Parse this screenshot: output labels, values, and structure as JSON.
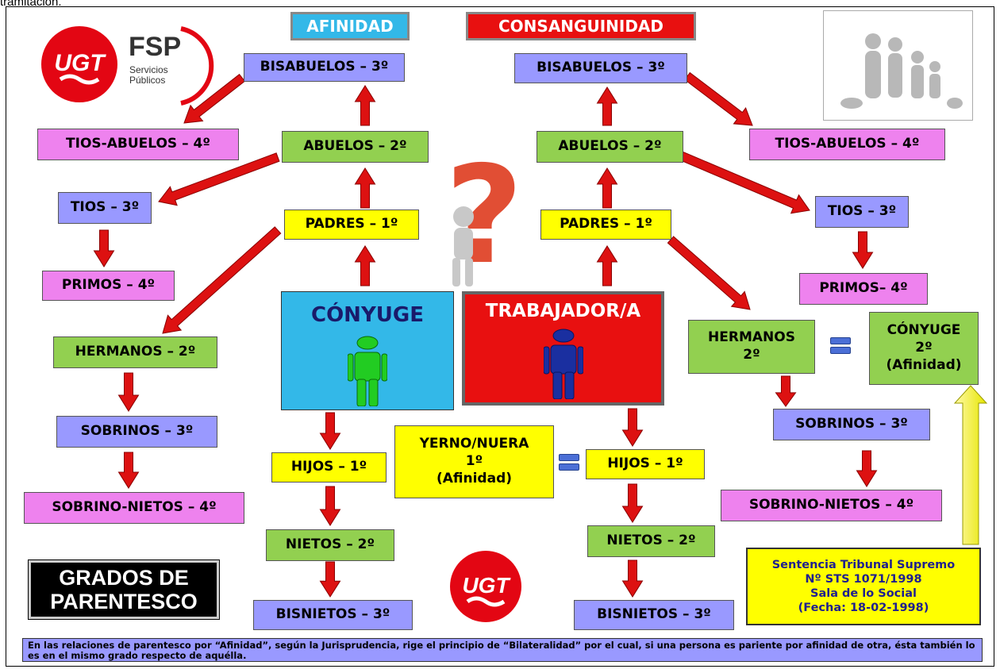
{
  "top_cut_text": "tramitación.",
  "headers": {
    "affinity": "AFINIDAD",
    "consanguinity": "CONSANGUINIDAD"
  },
  "logos": {
    "ugt": "UGT",
    "fsp": "FSP",
    "fsp_sub1": "Servicios",
    "fsp_sub2": "Públicos"
  },
  "affinity": {
    "bisabuelos": "BISABUELOS – 3º",
    "tios_abuelos": "TIOS-ABUELOS – 4º",
    "abuelos": "ABUELOS – 2º",
    "tios": "TIOS – 3º",
    "padres": "PADRES – 1º",
    "primos": "PRIMOS – 4º",
    "hermanos": "HERMANOS – 2º",
    "sobrinos": "SOBRINOS – 3º",
    "sobrino_nietos": "SOBRINO-NIETOS – 4º",
    "hijos": "HIJOS – 1º",
    "nietos": "NIETOS – 2º",
    "bisnietos": "BISNIETOS – 3º"
  },
  "consanguinity": {
    "bisabuelos": "BISABUELOS – 3º",
    "tios_abuelos": "TIOS-ABUELOS – 4º",
    "abuelos": "ABUELOS – 2º",
    "tios": "TIOS – 3º",
    "padres": "PADRES – 1º",
    "primos": "PRIMOS– 4º",
    "hermanos_line1": "HERMANOS",
    "hermanos_line2": "2º",
    "sobrinos": "SOBRINOS – 3º",
    "sobrino_nietos": "SOBRINO-NIETOS – 4º",
    "hijos": "HIJOS – 1º",
    "nietos": "NIETOS – 2º",
    "bisnietos": "BISNIETOS – 3º"
  },
  "conyuge": "CÓNYUGE",
  "trabajador": "TRABAJADOR/A",
  "conyuge_hermano": {
    "line1": "CÓNYUGE",
    "line2": "2º",
    "line3": "(Afinidad)"
  },
  "yerno": {
    "line1": "YERNO/NUERA",
    "line2": "1º",
    "line3": "(Afinidad)"
  },
  "grados": {
    "line1": "GRADOS DE",
    "line2": "PARENTESCO"
  },
  "sentencia": {
    "line1": "Sentencia Tribunal Supremo",
    "line2": "Nº STS 1071/1998",
    "line3": "Sala de lo Social",
    "line4": "(Fecha: 18-02-1998)"
  },
  "note": "En las relaciones de parentesco por “Afinidad”, según la Jurisprudencia, rige el principio de “Bilateralidad” por el cual, si una persona es pariente por afinidad de otra, ésta también lo es en el mismo grado respecto de aquélla.",
  "colors": {
    "purple": "#9999ff",
    "pink": "#ee82ee",
    "green": "#92d050",
    "yellow": "#ffff00",
    "cyan": "#33b8e8",
    "red": "#e81010",
    "arrow": "#dd1111"
  }
}
